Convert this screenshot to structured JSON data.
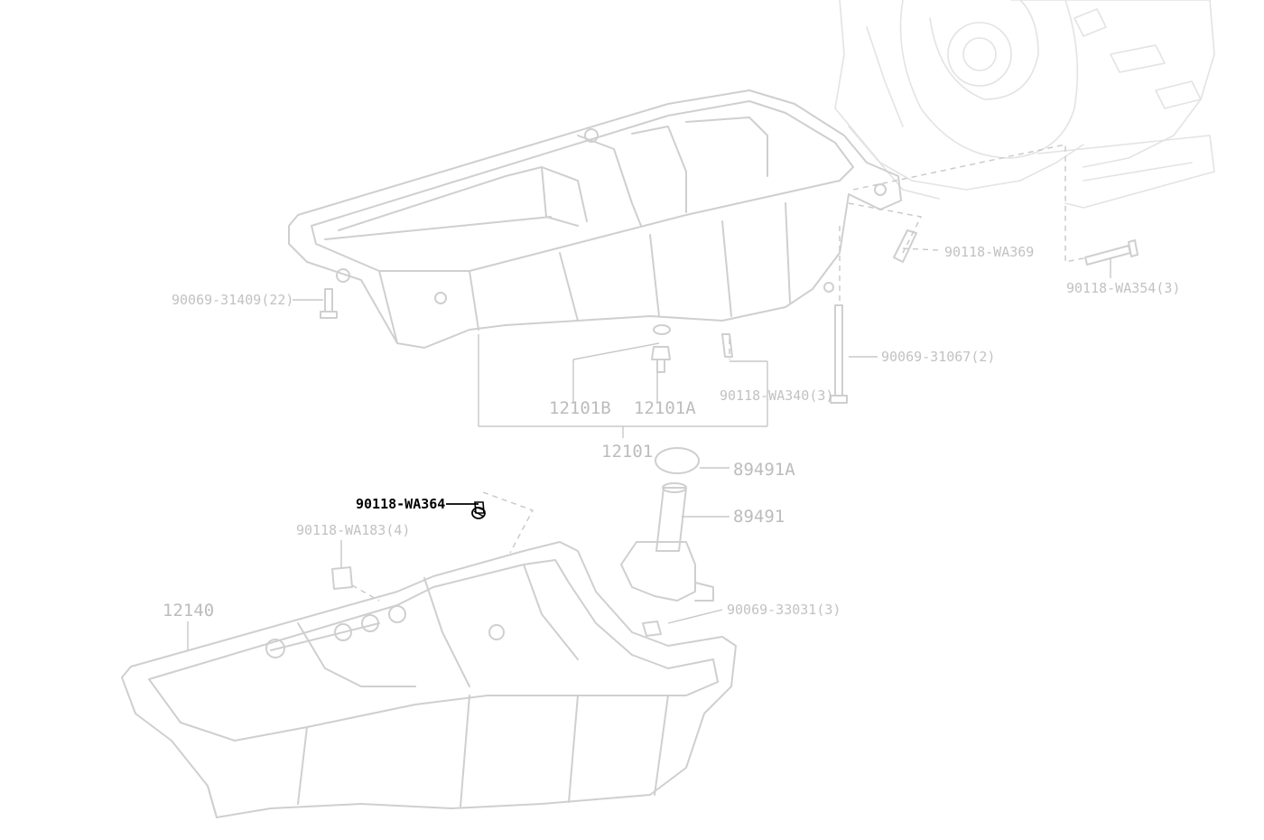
{
  "colors": {
    "label": "#c2c2c2",
    "art": "#cfcfcf",
    "highlight": "#000000"
  },
  "parts": {
    "p_90069_31409": "90069-31409(22)",
    "p_90118_wa369": "90118-WA369",
    "p_90118_wa354": "90118-WA354(3)",
    "p_90069_31067": "90069-31067(2)",
    "p_12101b": "12101B",
    "p_12101a": "12101A",
    "p_90118_wa340": "90118-WA340(3)",
    "p_12101": "12101",
    "p_89491a": "89491A",
    "p_89491": "89491",
    "p_90118_wa183": "90118-WA183(4)",
    "p_90069_33031": "90069-33031(3)",
    "p_12140": "12140"
  },
  "highlighted_part": {
    "label": "90118-WA364",
    "icon": "bolt-icon"
  }
}
